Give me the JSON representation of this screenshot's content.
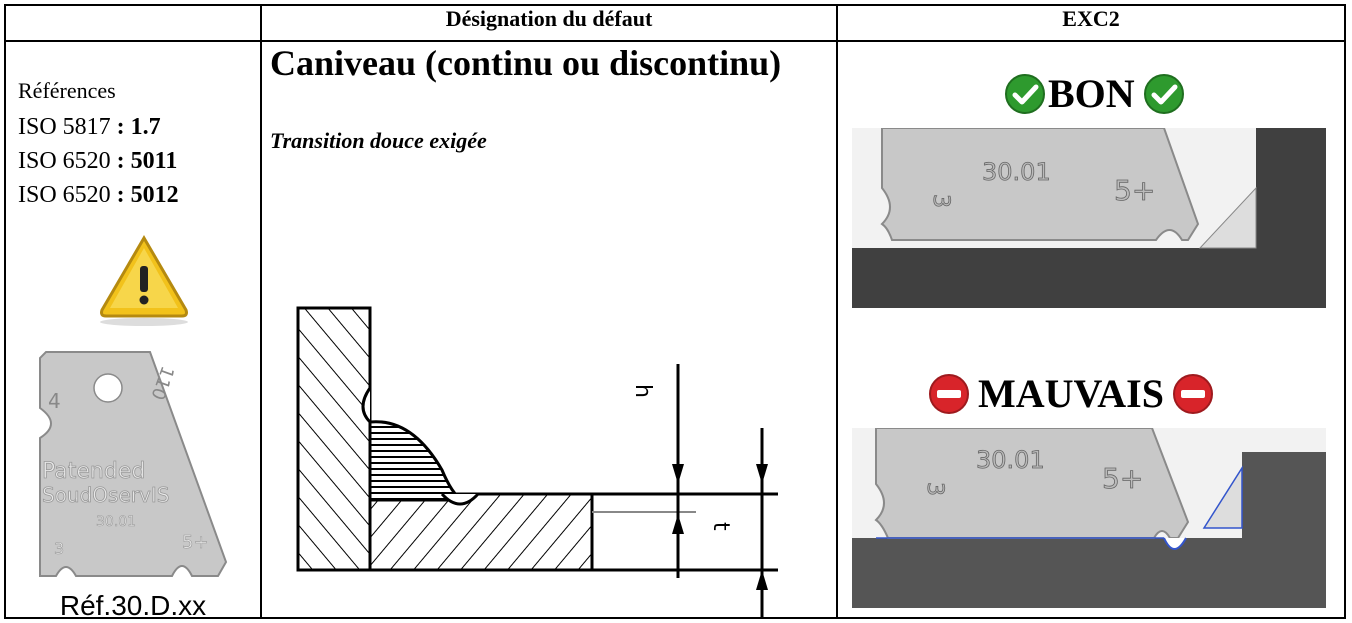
{
  "header": {
    "col2": "Désignation du défaut",
    "col3": "EXC2"
  },
  "references": {
    "label": "Références",
    "lines": [
      {
        "std": "ISO 5817",
        "code": "1.7"
      },
      {
        "std": "ISO 6520",
        "code": "5011"
      },
      {
        "std": "ISO 6520",
        "code": "5012"
      }
    ],
    "separator": " : ",
    "gauge_text": [
      "Patended",
      "SoudOservIS",
      "30.01",
      "5+",
      "3",
      "4",
      "110"
    ],
    "ref_code": "Réf.30.D.xx"
  },
  "defect": {
    "title": "Caniveau (continu ou discontinu)",
    "note": "Transition douce exigée",
    "dim_labels": [
      "h",
      "t"
    ]
  },
  "verdicts": {
    "good": "BON",
    "bad": "MAUVAIS",
    "photo_text": [
      "30.01",
      "5+",
      "3"
    ]
  },
  "colors": {
    "good_icon": "#2e9a2e",
    "bad_icon": "#d8242a",
    "gauge": "#c8c8c8",
    "plate": "#404040"
  }
}
